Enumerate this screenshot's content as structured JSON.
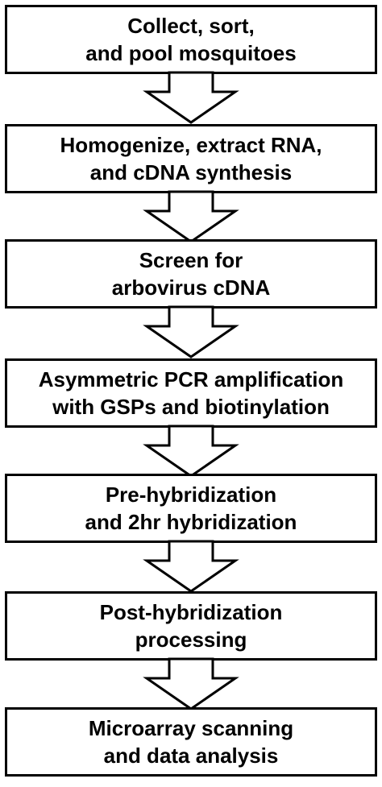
{
  "flowchart": {
    "steps": [
      {
        "lines": [
          "Collect, sort,",
          "and pool mosquitoes"
        ]
      },
      {
        "lines": [
          "Homogenize, extract RNA,",
          "and cDNA synthesis"
        ]
      },
      {
        "lines": [
          "Screen for",
          "arbovirus cDNA"
        ]
      },
      {
        "lines": [
          "Asymmetric PCR amplification",
          "with GSPs and biotinylation"
        ]
      },
      {
        "lines": [
          "Pre-hybridization",
          "and 2hr hybridization"
        ]
      },
      {
        "lines": [
          "Post-hybridization",
          "processing"
        ]
      },
      {
        "lines": [
          "Microarray scanning",
          "and data analysis"
        ]
      }
    ],
    "colors": {
      "stroke": "#000000",
      "fill": "#ffffff",
      "text": "#000000"
    }
  }
}
